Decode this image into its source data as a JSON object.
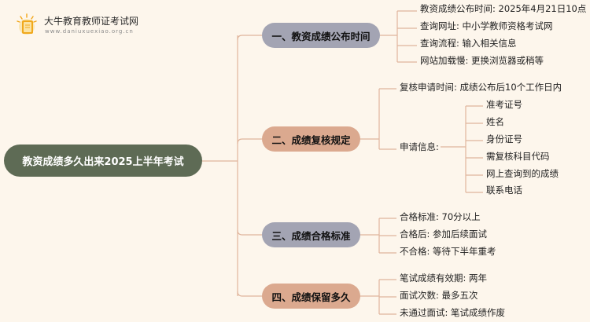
{
  "logo": {
    "title": "大牛教育教师证考试网",
    "url": "www.daniuxuexiao.org.cn"
  },
  "colors": {
    "background": "#fdf6ec",
    "root": "#5e6b55",
    "branch_gray": "#a3a4b3",
    "branch_tan": "#dba98f",
    "connector": "#e0b59c"
  },
  "root": {
    "label": "教资成绩多久出来2025上半年考试"
  },
  "branches": [
    {
      "label": "一、教资成绩公布时间",
      "items": [
        "教资成绩公布时间: 2025年4月21日10点",
        "查询网址: 中小学教师资格考试网",
        "查询流程: 输入相关信息",
        "网站加载慢: 更换浏览器或稍等"
      ]
    },
    {
      "label": "二、成绩复核规定",
      "items": [
        "复核申请时间: 成绩公布后10个工作日内",
        "申请信息:"
      ],
      "sub_items": [
        "准考证号",
        "姓名",
        "身份证号",
        "需复核科目代码",
        "网上查询到的成绩",
        "联系电话"
      ]
    },
    {
      "label": "三、成绩合格标准",
      "items": [
        "合格标准: 70分以上",
        "合格后: 参加后续面试",
        "不合格: 等待下半年重考"
      ]
    },
    {
      "label": "四、成绩保留多久",
      "items": [
        "笔试成绩有效期: 两年",
        "面试次数: 最多五次",
        "未通过面试: 笔试成绩作废"
      ]
    }
  ]
}
